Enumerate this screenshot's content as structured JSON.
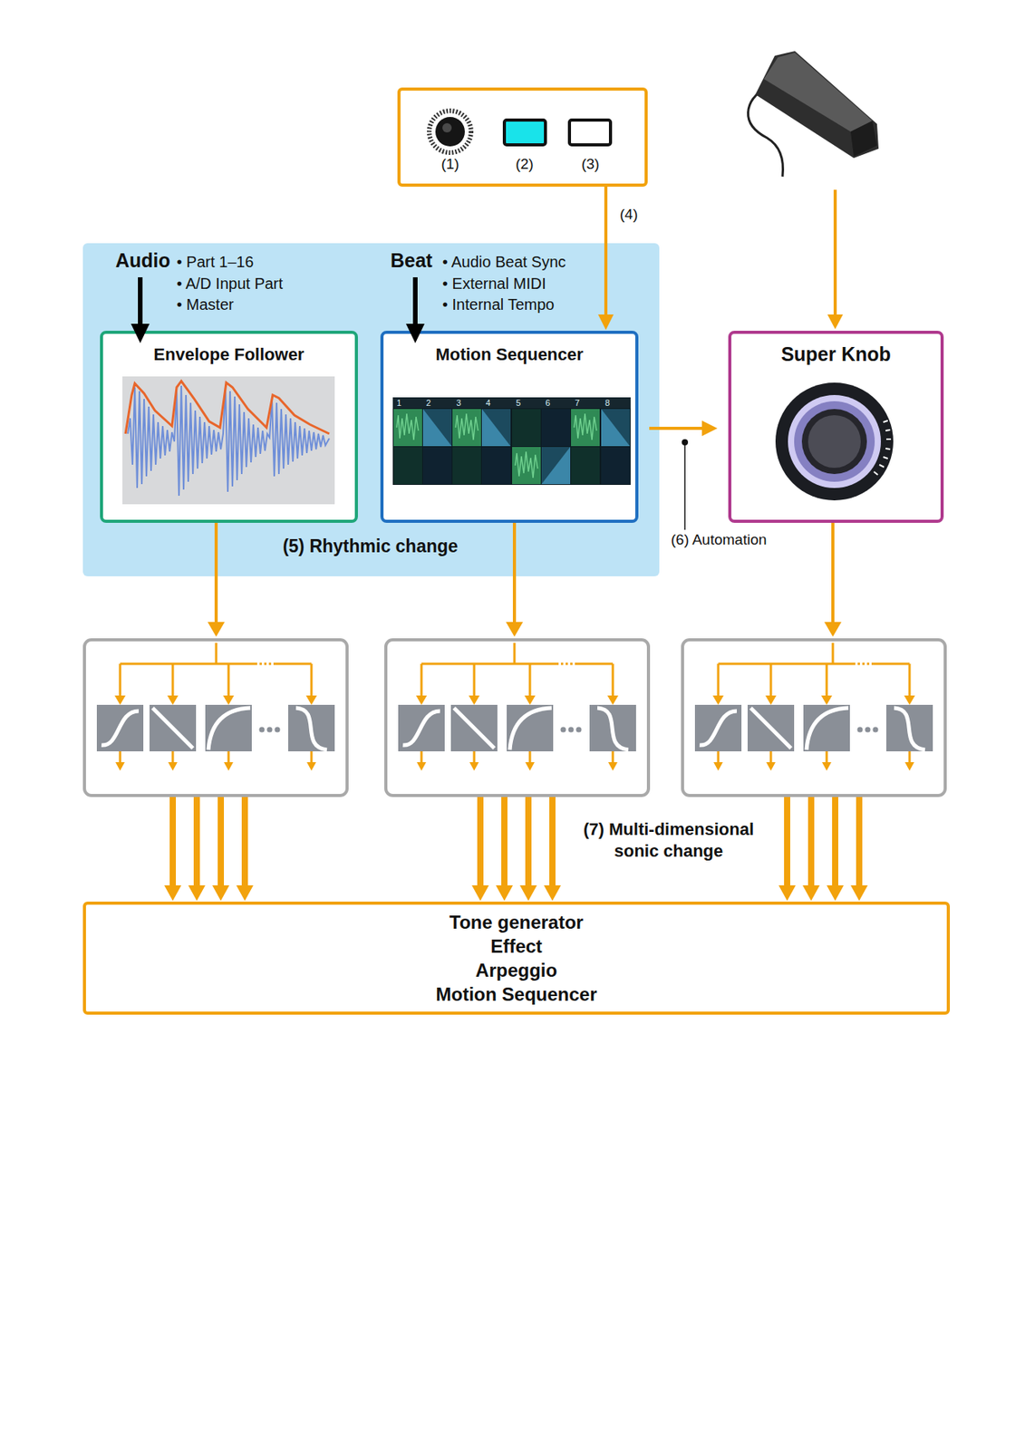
{
  "diagram": {
    "nodes": [
      {
        "text": [
          "(1)",
          "(2)",
          "(3)"
        ]
      },
      {
        "text": [
          "(5) Rhythmic change"
        ]
      },
      {
        "text": [
          "Envelope Follower"
        ],
        "in": 1
      },
      {
        "text": [
          "Motion Sequencer"
        ],
        "in": 1
      },
      {
        "text": [
          "Super Knob"
        ]
      },
      {
        "text": [
          "Tone generator",
          "Effect",
          "Arpeggio",
          "Motion Sequencer"
        ]
      }
    ],
    "edges": [
      {
        "from": 0,
        "to": 3,
        "arrow": "to",
        "label": "(4)"
      },
      {
        "from": 3,
        "to": 4,
        "arrow": "to",
        "label": "(6) Automation"
      }
    ],
    "labels": [
      "Audio",
      "• Part 1–16",
      "• A/D Input Part",
      "• Master",
      "Beat",
      "• Audio Beat Sync",
      "• External MIDI",
      "• Internal Tempo",
      "1",
      "2",
      "3",
      "4",
      "5",
      "6",
      "7",
      "8",
      "(7) Multi-dimensional sonic change"
    ]
  }
}
